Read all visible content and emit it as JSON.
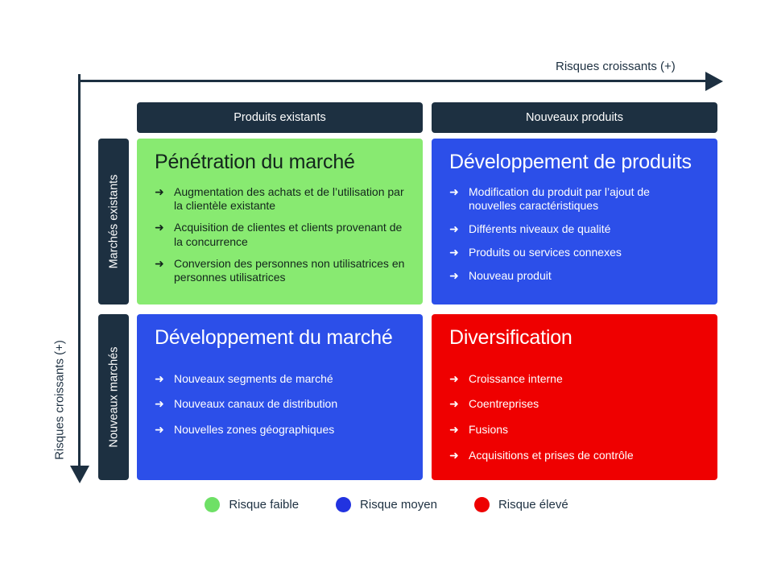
{
  "axes": {
    "horizontal_label": "Risques croissants (+)",
    "vertical_label": "Risques croissants (+)"
  },
  "columns": [
    {
      "label": "Produits existants"
    },
    {
      "label": "Nouveaux produits"
    }
  ],
  "rows": [
    {
      "label": "Marchés existants"
    },
    {
      "label": "Nouveaux marchés"
    }
  ],
  "bullet_glyph": "➜",
  "quadrants": [
    {
      "title": "Pénétration du marché",
      "risk": "faible",
      "color": "#88ea71",
      "items": [
        "Augmentation des achats et de l’utilisation par la clientèle existante",
        "Acquisition de clientes et clients provenant de la concurrence",
        "Conversion des personnes non utilisatrices en personnes utilisatrices"
      ]
    },
    {
      "title": "Développement de produits",
      "risk": "moyen",
      "color": "#2c4fe9",
      "items": [
        "Modification du produit par l’ajout de nouvelles caractéristiques",
        "Différents niveaux de qualité",
        "Produits ou services connexes",
        "Nouveau produit"
      ]
    },
    {
      "title": "Développement du marché",
      "risk": "moyen",
      "color": "#2c4fe9",
      "items": [
        "Nouveaux segments de marché",
        "Nouveaux canaux de distribution",
        "Nouvelles zones géographiques"
      ]
    },
    {
      "title": "Diversification",
      "risk": "élevé",
      "color": "#ef0000",
      "items": [
        "Croissance interne",
        "Coentreprises",
        "Fusions",
        "Acquisitions et prises de contrôle"
      ]
    }
  ],
  "legend": [
    {
      "label": "Risque faible",
      "color": "#6ee066"
    },
    {
      "label": "Risque moyen",
      "color": "#2233e0"
    },
    {
      "label": "Risque élevé",
      "color": "#ee0000"
    }
  ],
  "theme": {
    "header_navy": "#1d3041",
    "background": "#ffffff",
    "axis_color": "#1d3041"
  }
}
